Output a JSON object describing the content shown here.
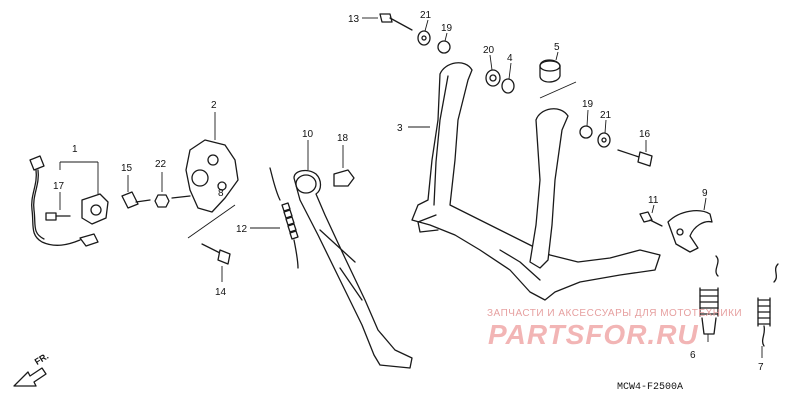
{
  "callouts": [
    "1",
    "2",
    "3",
    "4",
    "5",
    "6",
    "7",
    "8",
    "9",
    "10",
    "11",
    "12",
    "13",
    "14",
    "15",
    "16",
    "17",
    "18",
    "19",
    "19",
    "20",
    "21",
    "21",
    "22"
  ],
  "front_label": "FR.",
  "watermark_line": "ЗАПЧАСТИ И АКСЕССУАРЫ ДЛЯ МОТОТЕХНИКИ",
  "watermark_logo": "PARTSFOR.RU",
  "diagram_code": "MCW4-F2500A",
  "colors": {
    "line": "#1a1a1a",
    "watermark": "#f2b5b5"
  }
}
